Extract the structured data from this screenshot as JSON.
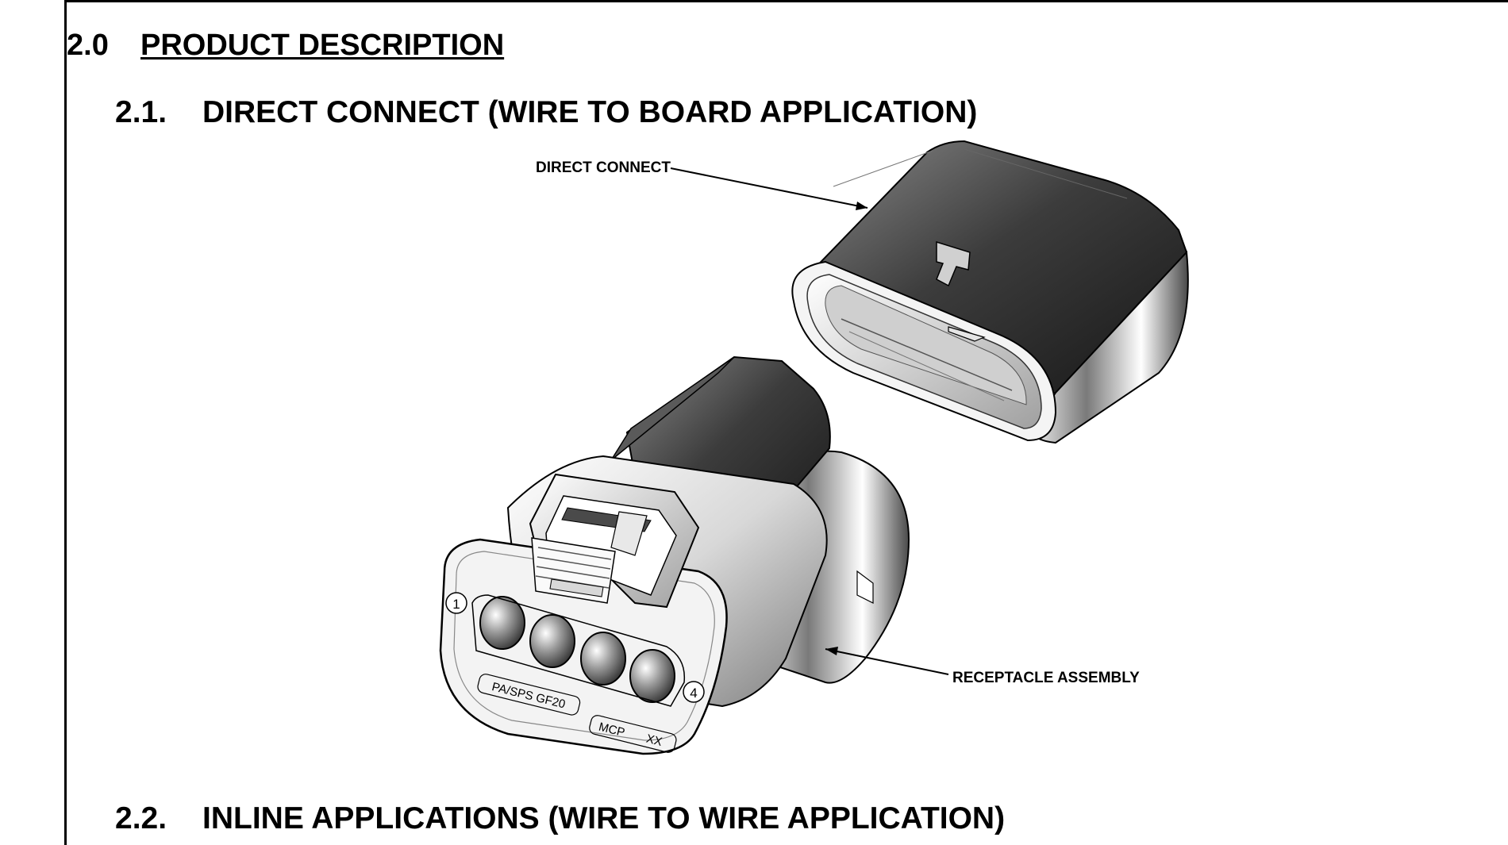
{
  "section": {
    "number": "2.0",
    "title": "PRODUCT DESCRIPTION"
  },
  "subsections": [
    {
      "number": "2.1.",
      "title": "DIRECT CONNECT (WIRE TO BOARD APPLICATION)"
    },
    {
      "number": "2.2.",
      "title": "INLINE APPLICATIONS (WIRE TO WIRE APPLICATION)"
    }
  ],
  "figure": {
    "callouts": [
      {
        "label": "DIRECT CONNECT"
      },
      {
        "label": "RECEPTACLE ASSEMBLY"
      }
    ],
    "part_markings": {
      "pin_first": "1",
      "pin_last": "4",
      "material": "PA/SPS GF20",
      "maker": "MCP",
      "code": "XX"
    }
  }
}
